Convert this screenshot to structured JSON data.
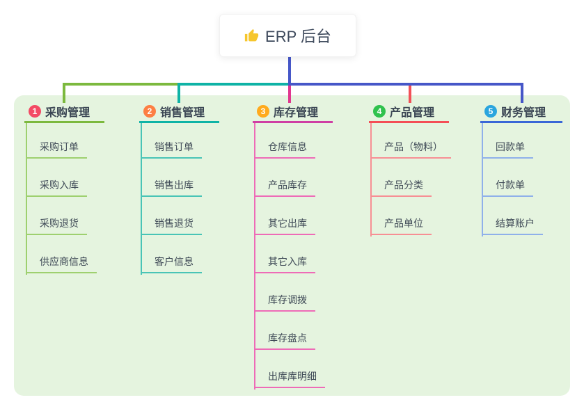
{
  "theme": {
    "canvas_bg": "#ffffff",
    "panel_bg": "#e5f4df",
    "root_card_bg": "#ffffff",
    "root_text_color": "#3e4a5c",
    "header_text_color": "#3a4553",
    "child_text_color": "#3e4956",
    "thumb_icon_color": "#f6c62d",
    "root_line_color": "#4657c8"
  },
  "root": {
    "icon": "thumbs-up-icon",
    "title": "ERP 后台"
  },
  "connectors": {
    "bus_segments": [
      {
        "name": "bus-line-green",
        "color": "#7cb93e"
      },
      {
        "name": "bus-line-teal",
        "color": "#0fb3a6"
      },
      {
        "name": "bus-line-blue",
        "color": "#4657c8"
      }
    ],
    "drop_colors": [
      "#7cb93e",
      "#0fb3a6",
      "#e1378f",
      "#f25158",
      "#4657c8"
    ]
  },
  "branches": [
    {
      "index": "1",
      "label": "采购管理",
      "badge_color": "#f34a64",
      "line_color": "#7cb93e",
      "child_line_color": "#9ed06f",
      "children": [
        "采购订单",
        "采购入库",
        "采购退货",
        "供应商信息"
      ]
    },
    {
      "index": "2",
      "label": "销售管理",
      "badge_color": "#fd7f43",
      "line_color": "#0fb3a6",
      "child_line_color": "#49c4b6",
      "children": [
        "销售订单",
        "销售出库",
        "销售退货",
        "客户信息"
      ]
    },
    {
      "index": "3",
      "label": "库存管理",
      "badge_color": "#ffaa1e",
      "line_color": "#cf3fa4",
      "child_line_color": "#ee6bb7",
      "children": [
        "仓库信息",
        "产品库存",
        "其它出库",
        "其它入库",
        "库存调拨",
        "库存盘点",
        "出库库明细"
      ]
    },
    {
      "index": "4",
      "label": "产品管理",
      "badge_color": "#2fc24d",
      "line_color": "#f44e56",
      "child_line_color": "#f78f94",
      "children": [
        "产品（物料）",
        "产品分类",
        "产品单位"
      ]
    },
    {
      "index": "5",
      "label": "财务管理",
      "badge_color": "#2aa5de",
      "line_color": "#3a67d7",
      "child_line_color": "#8fb0ea",
      "children": [
        "回款单",
        "付款单",
        "结算账户"
      ]
    }
  ]
}
